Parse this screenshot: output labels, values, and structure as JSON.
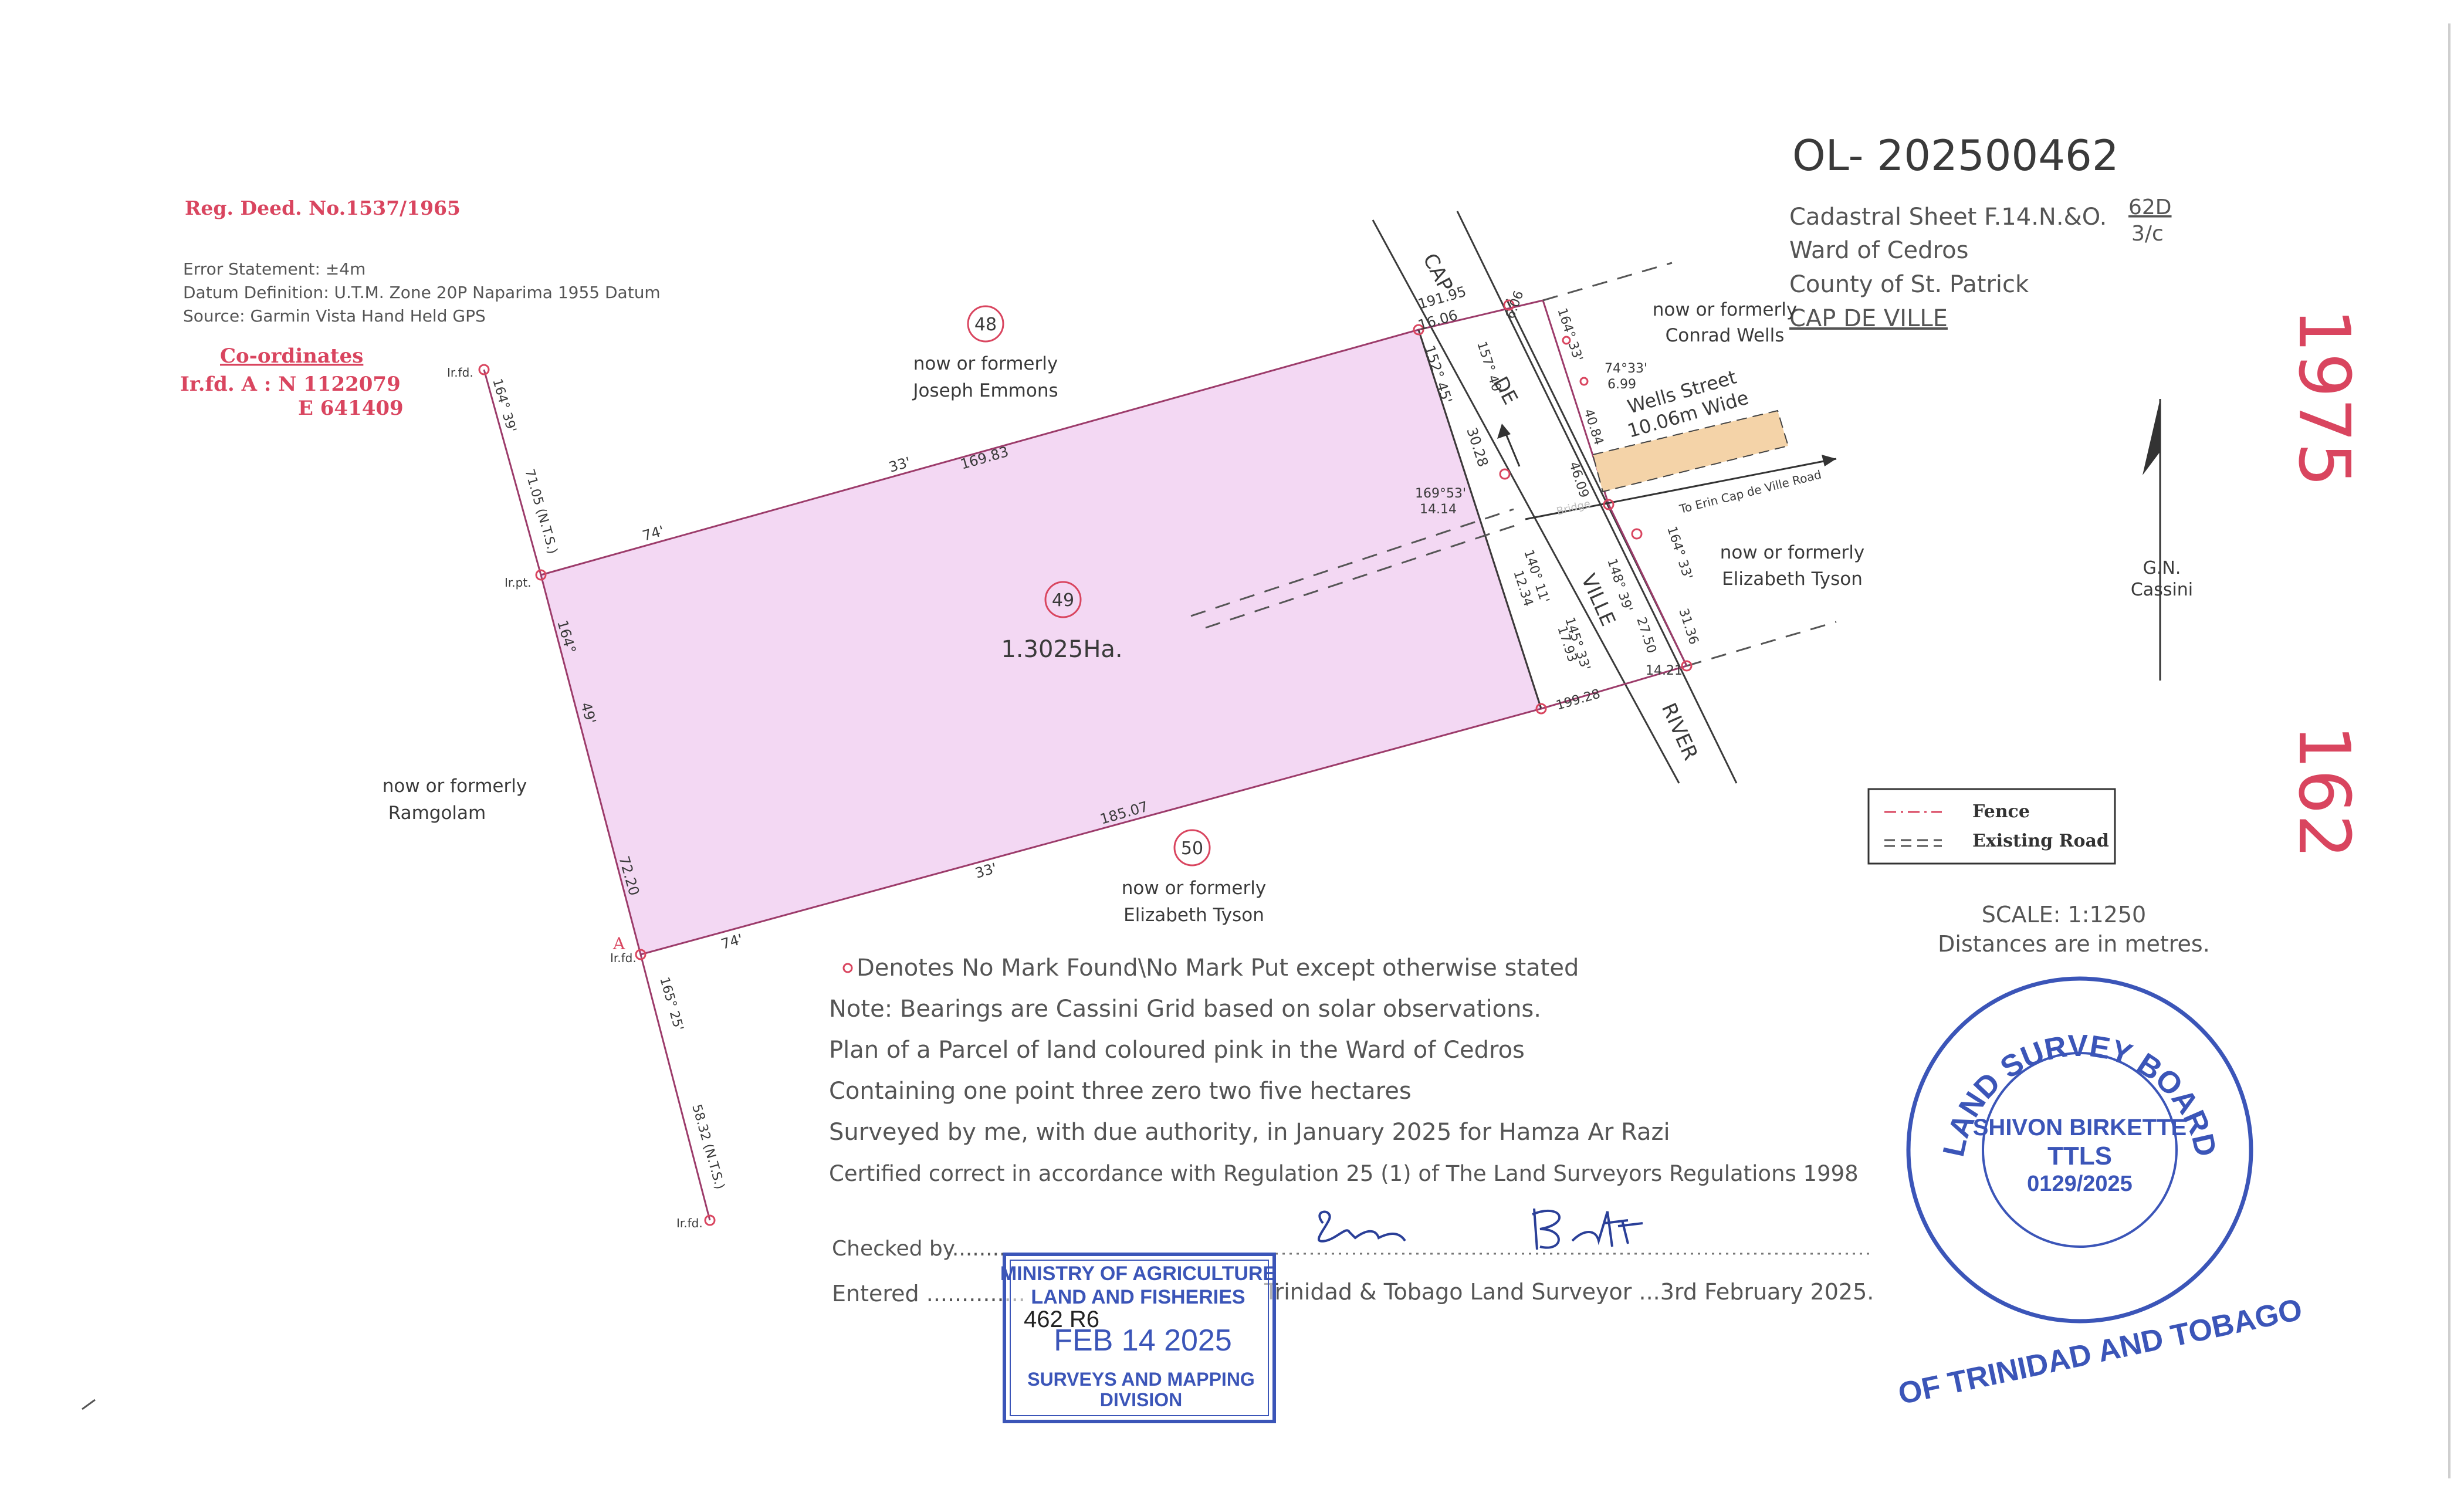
{
  "file_ref": "OL- 202500462",
  "reg_deed": "Reg. Deed. No.1537/1965",
  "error_statement": "Error Statement: ±4m",
  "datum": "Datum Definition: U.T.M. Zone 20P Naparima 1955 Datum",
  "source": "Source: Garmin Vista Hand Held GPS",
  "coords": {
    "heading": "Co-ordinates",
    "line1": "Ir.fd. A : N  1122079",
    "line2": "E   641409"
  },
  "sheet": {
    "cadastral": "Cadastral Sheet F.14.N.&O.",
    "sheet_num": "62D",
    "sheet_den": "3/c",
    "ward": "Ward of Cedros",
    "county": "County of St. Patrick",
    "place": "CAP DE VILLE"
  },
  "side_numbers": {
    "top": "1975",
    "bottom": "162"
  },
  "parcels": {
    "p48": "48",
    "p49": "49",
    "p50": "50",
    "area": "1.3025Ha.",
    "now_formerly": "now or formerly",
    "n48": "Joseph Emmons",
    "n50": "Elizabeth Tyson",
    "west": "Ramgolam",
    "ne": "Conrad Wells",
    "se": "Elizabeth Tyson"
  },
  "road": {
    "cap": "CAP",
    "de": "DE",
    "ville": "VILLE",
    "river": "RIVER",
    "wells_street": "Wells Street",
    "wells_width": "10.06m Wide",
    "to_erin": "To Erin Cap de Ville Road",
    "bridge": "Bridge"
  },
  "measures": {
    "m19195": "191.95",
    "m1606": "16.06",
    "m606": "6.06",
    "m16983": "169.83",
    "m33a": "33'",
    "m74a": "74'",
    "b152": "152°  45'",
    "m3028": "30.28",
    "b157": "157°  40'",
    "b164a": "164°  33'",
    "b7433": "74°33'",
    "m699": "6.99",
    "m4084": "40.84",
    "m4609": "46.09",
    "b16953": "169°53'",
    "m1414": "14.14",
    "b140": "140°  11'",
    "m1234": "12.34",
    "b148a": "148°  39'",
    "m2750": "27.50",
    "b145": "145°  33'",
    "m1793": "17.93",
    "m1421": "14.21",
    "b164b": "164°  33'",
    "m3136": "31.36",
    "m19928": "199.28",
    "m18507": "185.07",
    "m33b": "33'",
    "m74b": "74'",
    "b164c": "164°  39'",
    "m7105": "71.05 (N.T.S.)",
    "b164d": "164°",
    "b49": "49'",
    "m7220": "72.20",
    "b165": "165°  25'",
    "m5832": "58.32 (N.T.S.)",
    "irfd": "Ir.fd.",
    "irpt": "Ir.pt.",
    "pointA": "A"
  },
  "north": {
    "gn": "G.N.",
    "cassini": "Cassini"
  },
  "legend": {
    "fence": "Fence",
    "road": "Existing Road"
  },
  "scale": {
    "line1": "SCALE:  1:1250",
    "line2": "Distances are in metres."
  },
  "notes": [
    "Denotes No Mark Found\\No Mark Put except otherwise stated",
    "Note: Bearings are Cassini Grid based on solar observations.",
    "Plan of a Parcel of land coloured pink in the Ward of Cedros",
    "Containing one point three zero two five hectares",
    "Surveyed by me, with due authority, in January 2025 for Hamza Ar Razi",
    "Certified correct in accordance with Regulation 25 (1) of The Land Surveyors Regulations 1998"
  ],
  "signature": {
    "checked": "Checked by..........",
    "entered": "Entered ..............",
    "surveyor": "Trinidad & Tobago Land Surveyor ...3rd February 2025."
  },
  "stamp_ministry": {
    "l1": "MINISTRY OF AGRICULTURE",
    "l2": "LAND AND FISHERIES",
    "handwritten": "462   R6",
    "date": "FEB 14 2025",
    "l3": "SURVEYS AND MAPPING",
    "l4": "DIVISION"
  },
  "seal": {
    "ring_top": "LAND SURVEY BOARD",
    "ring_bottom": "OF TRINIDAD AND TOBAGO",
    "name": "SHIVON BIRKETTE",
    "title": "TTLS",
    "number": "0129/2025"
  },
  "colors": {
    "parcel_fill": "#f3d8f3",
    "boundary": "#9c3b6a",
    "wells_fill": "#f4d3a8",
    "stamp_blue": "#3b55b8",
    "red": "#d9455f"
  }
}
